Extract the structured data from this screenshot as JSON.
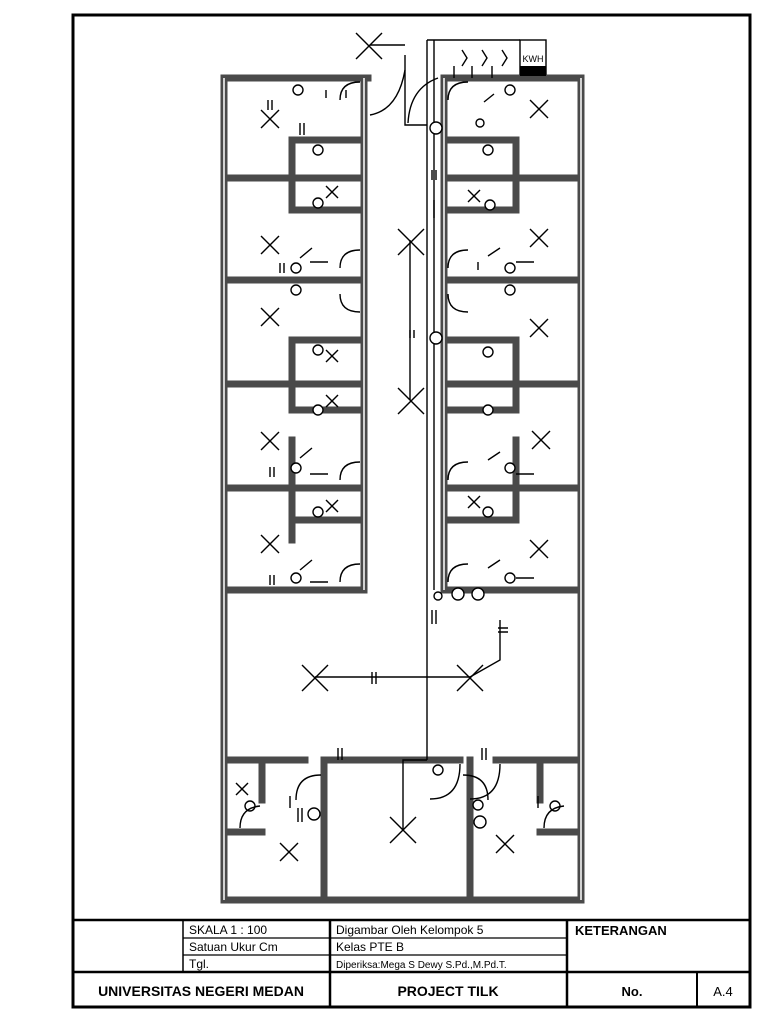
{
  "plan": {
    "kwh_label": "KWH"
  },
  "title_block": {
    "scale": "SKALA 1 : 100",
    "units": "Satuan Ukur Cm",
    "date_label": "Tgl.",
    "drawn_by": "Digambar Oleh Kelompok 5",
    "class": "Kelas PTE B",
    "checked_by": "Diperiksa:Mega S Dewy S.Pd.,M.Pd.T.",
    "notes_label": "KETERANGAN",
    "university": "UNIVERSITAS NEGERI MEDAN",
    "project": "PROJECT TILK",
    "number_label": "No.",
    "sheet_number": "A.4"
  }
}
